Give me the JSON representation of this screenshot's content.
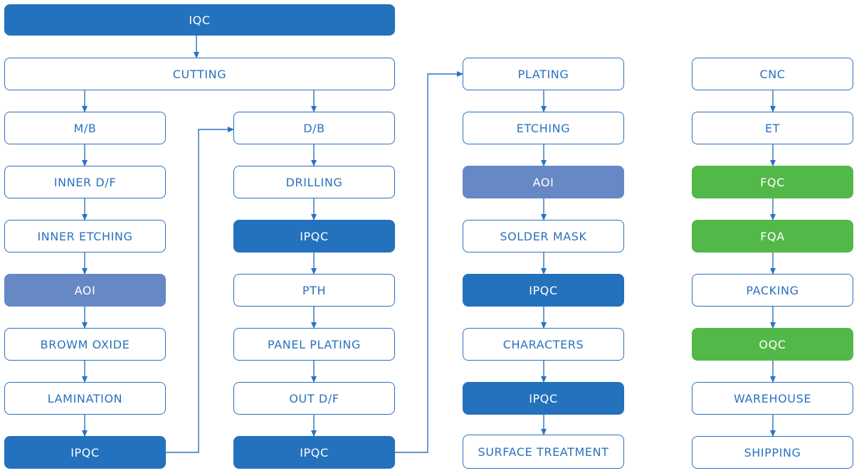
{
  "colors": {
    "primary": "#2471bd",
    "inspection": "#6688c5",
    "final_qc": "#52b848",
    "outline": "#2a72bf",
    "connector": "#2a72bf"
  },
  "steps": {
    "iqc": "IQC",
    "cutting": "CUTTING",
    "mb": "M/B",
    "inner_df": "INNER D/F",
    "inner_etching": "INNER ETCHING",
    "aoi_1": "AOI",
    "brown_oxide": "BROWM OXIDE",
    "lamination": "LAMINATION",
    "ipqc_1": "IPQC",
    "db": "D/B",
    "drilling": "DRILLING",
    "ipqc_2": "IPQC",
    "pth": "PTH",
    "panel_plating": "PANEL PLATING",
    "out_df": "OUT D/F",
    "ipqc_3": "IPQC",
    "plating": "PLATING",
    "etching": "ETCHING",
    "aoi_2": "AOI",
    "solder_mask": "SOLDER MASK",
    "ipqc_4": "IPQC",
    "characters": "CHARACTERS",
    "ipqc_5": "IPQC",
    "surface_treatment": "SURFACE TREATMENT",
    "cnc": "CNC",
    "et": "ET",
    "fqc": "FQC",
    "fqa": "FQA",
    "packing": "PACKING",
    "oqc": "OQC",
    "warehouse": "WAREHOUSE",
    "shipping": "SHIPPING"
  }
}
